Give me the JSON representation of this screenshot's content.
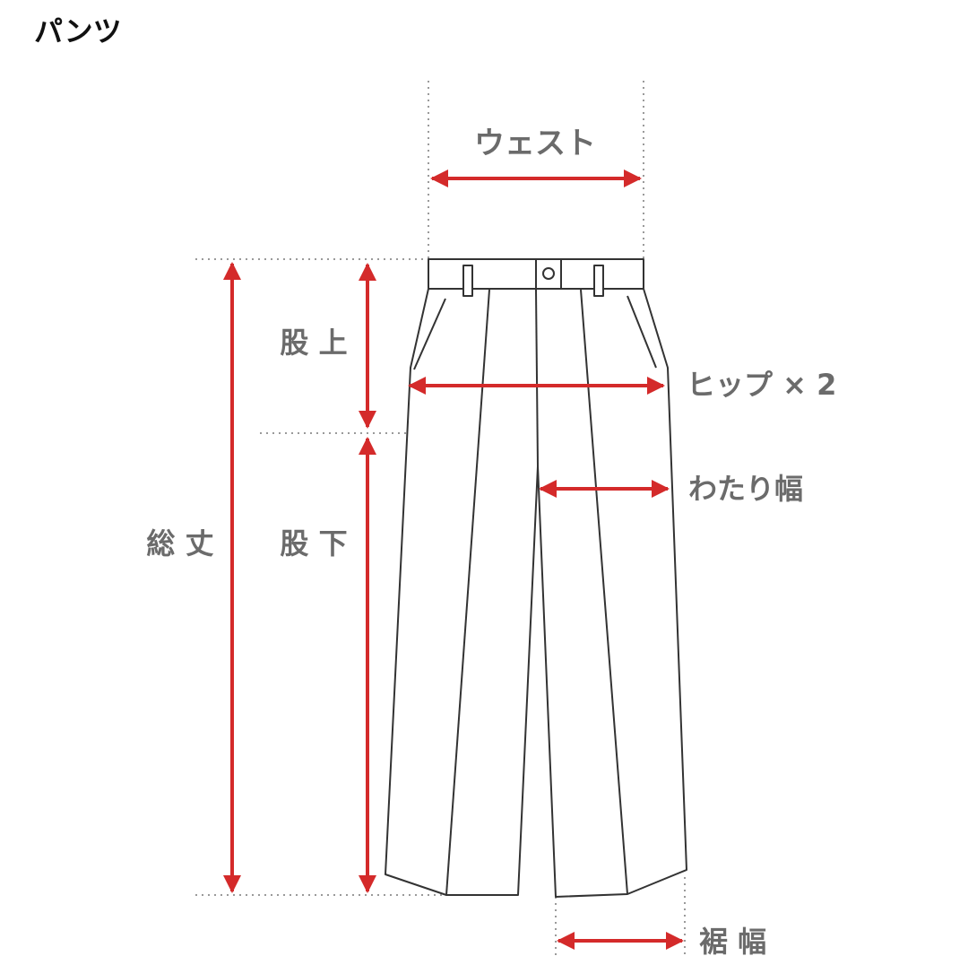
{
  "title": "パンツ",
  "labels": {
    "waist": "ウェスト",
    "hip": "ヒップ × 2",
    "thigh": "わたり幅",
    "rise": "股 上",
    "inseam": "股 下",
    "length": "総 丈",
    "hem": "裾 幅"
  },
  "colors": {
    "arrow": "#d42a2a",
    "label": "#6b6b6b",
    "outline": "#333333",
    "guide": "#9a9a9a"
  }
}
